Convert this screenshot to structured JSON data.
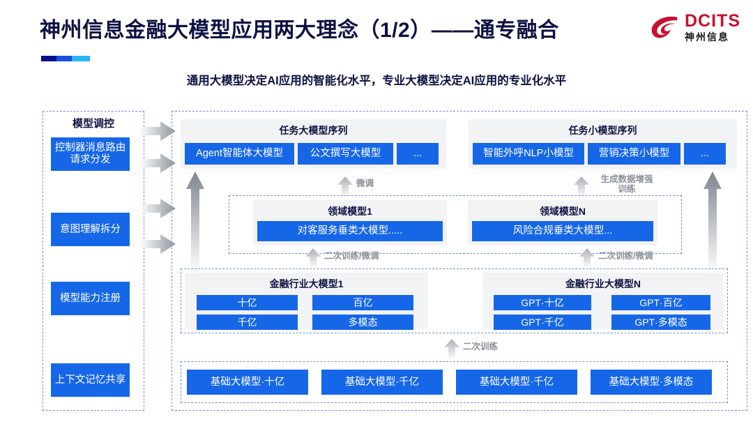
{
  "header": {
    "title": "神州信息金融大模型应用两大理念（1/2）——通专融合",
    "subtitle": "通用大模型决定AI应用的智能化水平，专业大模型决定AI应用的专业化水平",
    "logo_en": "DCITS",
    "logo_cn": "神州信息",
    "accent_colors": {
      "title": "#0d1142",
      "logo_red": "#c8102e",
      "box_blue": "#1667e8",
      "panel_gray": "#f2f3f5",
      "dash_border": "#6f8fd6",
      "arrow_gray": "#9aa0a8"
    }
  },
  "sidebar": {
    "title": "模型调控",
    "items": [
      {
        "label": "控制器消息路由请求分发"
      },
      {
        "label": "意图理解拆分"
      },
      {
        "label": "模型能力注册"
      },
      {
        "label": "上下文记忆共享"
      }
    ]
  },
  "task_panels": [
    {
      "title": "任务大模型序列",
      "boxes": [
        "Agent智能体大模型",
        "公文撰写大模型",
        "..."
      ]
    },
    {
      "title": "任务小模型序列",
      "boxes": [
        "智能外呼NLP小模型",
        "营销决策小模型",
        "..."
      ]
    }
  ],
  "domain_panels": [
    {
      "title": "领域模型1",
      "box": "对客服务垂类大模型....."
    },
    {
      "title": "领域模型N",
      "box": "风险合规垂类大模型..."
    }
  ],
  "industry_panels": [
    {
      "title": "金融行业大模型1",
      "boxes": [
        "十亿",
        "百亿",
        "千亿",
        "多模态"
      ]
    },
    {
      "title": "金融行业大模型N",
      "boxes": [
        "GPT·十亿",
        "GPT·百亿",
        "GPT·千亿",
        "GPT·多模态"
      ]
    }
  ],
  "foundation_models": [
    "基础大模型·十亿",
    "基础大模型·千亿",
    "基础大模型·千亿",
    "基础大模型·多模态"
  ],
  "arrow_labels": {
    "fine_tune": "微调",
    "data_augment": "生成数据增强\n训练",
    "retrain_finetune_left": "二次训练/微调",
    "retrain_finetune_right": "二次训练/微调",
    "retrain": "二次训练"
  }
}
